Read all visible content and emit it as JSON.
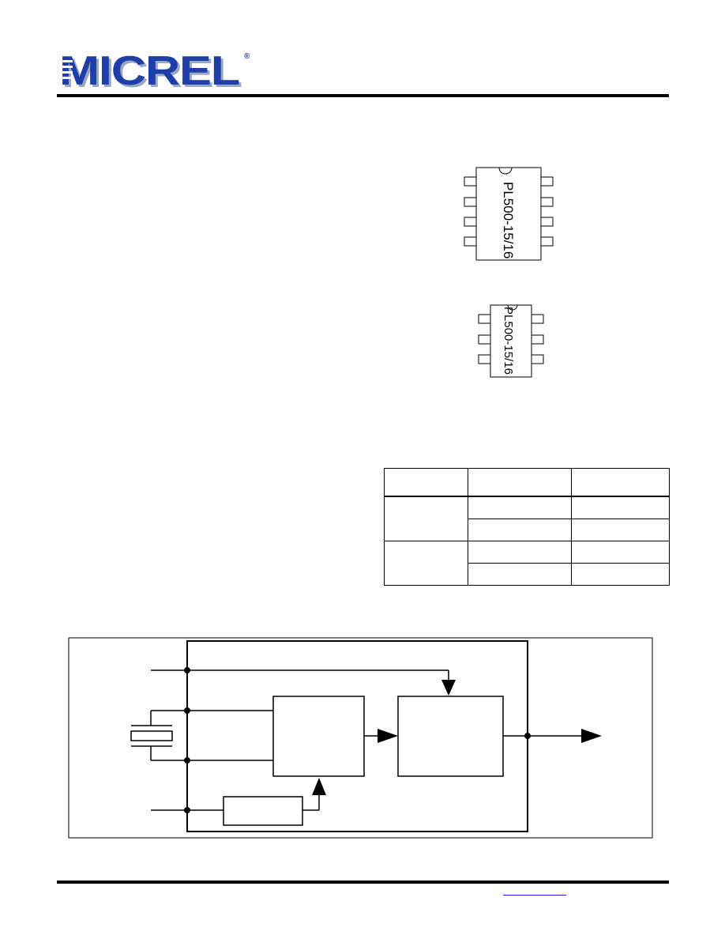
{
  "header": {
    "logo_text": "MICREL",
    "logo_registered": "®",
    "colors": {
      "logo_fill": "#1f3fa8",
      "logo_shadow": "#9aa6c6",
      "link": "#1a1aff"
    }
  },
  "packages": [
    {
      "label": "PL500-15/16",
      "pins_per_side": 4
    },
    {
      "label": "PL500-15/16",
      "pins_per_side": 3
    }
  ],
  "ordering_table": {
    "columns": 3,
    "header_rows": 1,
    "body_rows": 4,
    "merged_first_column_groups": 2
  },
  "block_diagram": {
    "icons": [
      "crystal-icon",
      "arrow-icon",
      "junction-dot-icon"
    ]
  }
}
